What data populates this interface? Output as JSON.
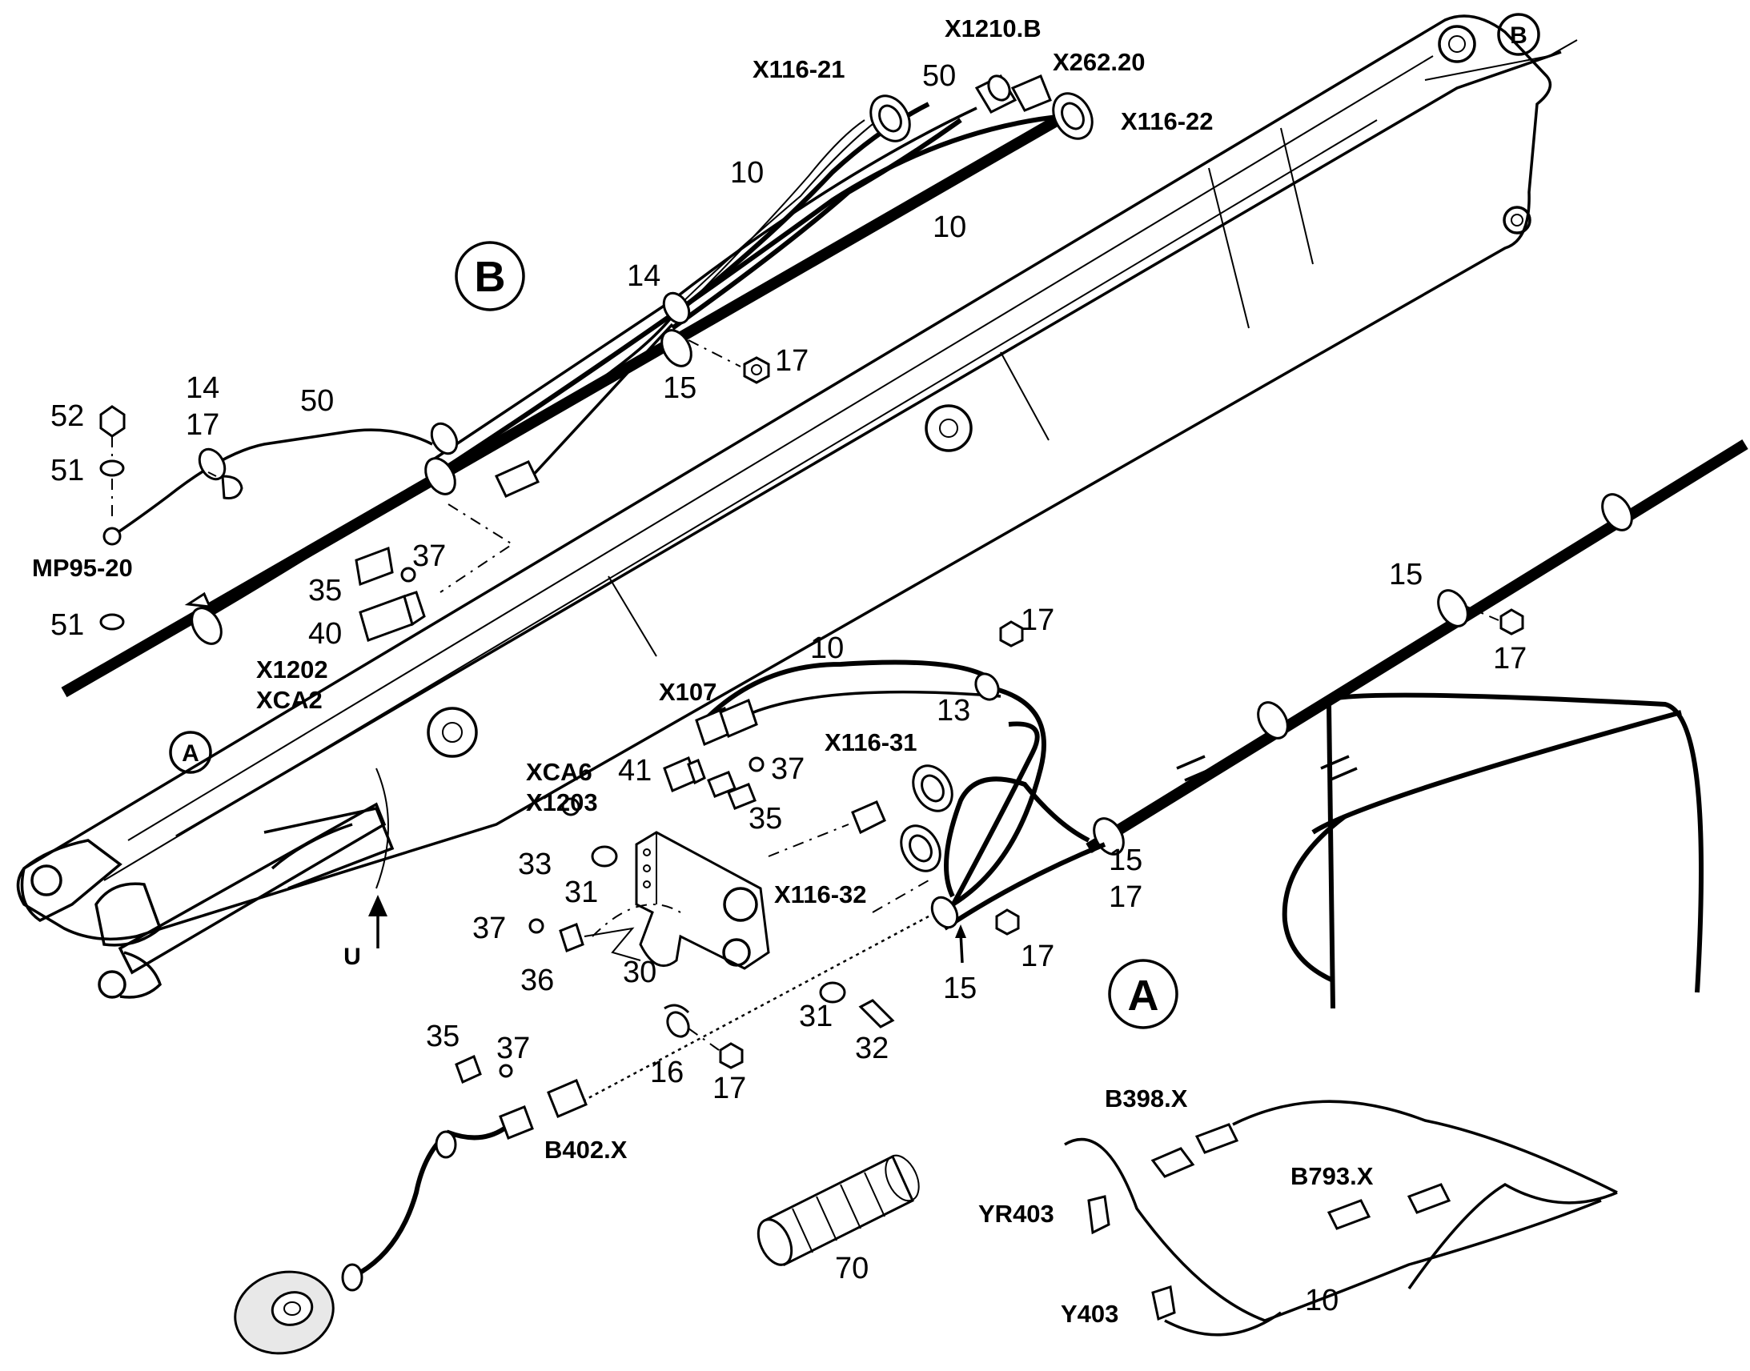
{
  "callouts": {
    "big_b": "B",
    "big_a": "A",
    "small_a": "A",
    "small_b": "B",
    "arrow_u": "U"
  },
  "connectors": {
    "x116_21": "X116-21",
    "x1210_b": "X1210.B",
    "x262_20": "X262.20",
    "x116_22": "X116-22",
    "mp95_20": "MP95-20",
    "x1202": "X1202",
    "xca2": "XCA2",
    "x107": "X107",
    "x116_31": "X116-31",
    "xca6": "XCA6",
    "x1203": "X1203",
    "x116_32": "X116-32",
    "b402_x": "B402.X",
    "b398_x": "B398.X",
    "b793_x": "B793.X",
    "yr403": "YR403",
    "y403": "Y403"
  },
  "part_numbers": {
    "n50_top": "50",
    "n10_a": "10",
    "n10_b": "10",
    "n14_a": "14",
    "n17_a": "17",
    "n15_a": "15",
    "n14_b": "14",
    "n17_b": "17",
    "n50_b": "50",
    "n52": "52",
    "n51_a": "51",
    "n51_b": "51",
    "n35_a": "35",
    "n37_a": "37",
    "n40": "40",
    "n17_c": "17",
    "n10_c": "10",
    "n13": "13",
    "n41": "41",
    "n37_b": "37",
    "n35_b": "35",
    "n15_b": "15",
    "n17_d": "17",
    "n33": "33",
    "n31_a": "31",
    "n37_c": "37",
    "n36": "36",
    "n30": "30",
    "n15_c": "15",
    "n17_e": "17",
    "n17_f": "17",
    "n15_d": "15",
    "n31_b": "31",
    "n32": "32",
    "n35_c": "35",
    "n37_d": "37",
    "n16": "16",
    "n17_g": "17",
    "n70": "70",
    "n10_d": "10"
  }
}
